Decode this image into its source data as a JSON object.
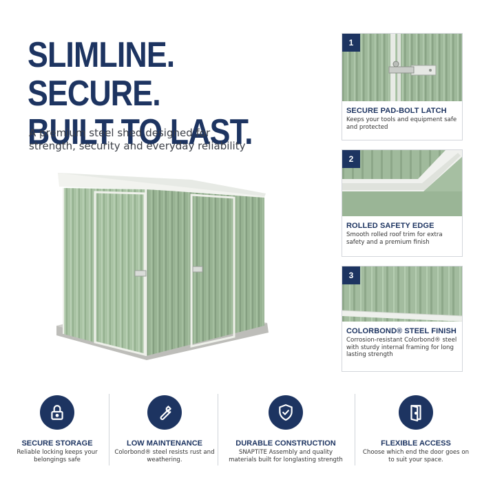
{
  "headline": {
    "line1": "SLIMLINE. SECURE.",
    "line2": "BUILT TO LAST."
  },
  "subhead": {
    "line1": "A premium steel shed designed for",
    "line2": "strength, security and everyday reliability"
  },
  "features": [
    {
      "number": "1",
      "title": "Secure pad-bolt latch",
      "description": "Keeps your tools and equipment safe and protected"
    },
    {
      "number": "2",
      "title": "Rolled safety edge",
      "description": "Smooth rolled roof trim for extra safety and a premium finish"
    },
    {
      "number": "3",
      "title": "Colorbond® steel finish",
      "description": "Corrosion-resistant Colorbond® steel with sturdy internal framing for long lasting strength"
    }
  ],
  "benefits": [
    {
      "icon": "padlock-icon",
      "title": "Secure storage",
      "description": "Reliable locking keeps your belongings safe"
    },
    {
      "icon": "wrench-icon",
      "title": "Low maintenance",
      "description": "Colorbond® steel resists rust and weathering."
    },
    {
      "icon": "shield-check-icon",
      "title": "Durable construction",
      "description": "SNAPTiTE Assembly and quality materials built for longlasting strength"
    },
    {
      "icon": "door-icon",
      "title": "Flexible access",
      "description": "Choose which end the door goes on to suit your space."
    }
  ],
  "colors": {
    "navy": "#1d3461",
    "shed_green": "#a9c3a4",
    "trim_white": "#f2f2f0",
    "concrete": "#c9c9c6"
  }
}
